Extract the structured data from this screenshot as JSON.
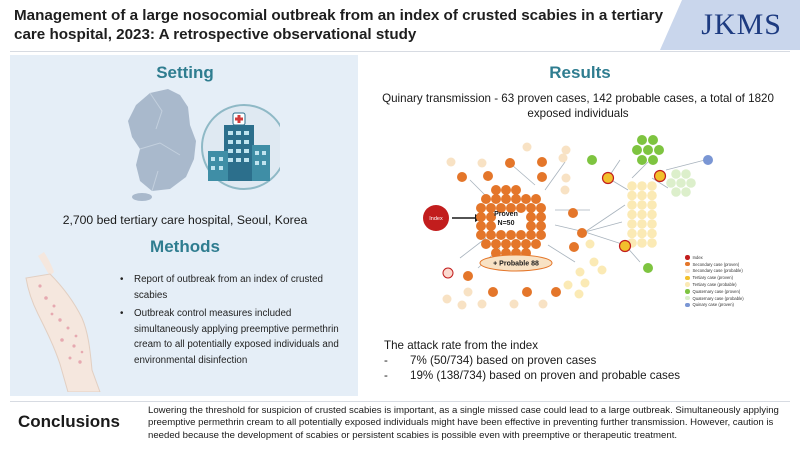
{
  "header": {
    "title": "Management of a large nosocomial outbreak from an index of crusted scabies in a tertiary care hospital, 2023: A retrospective observational study",
    "logo": "JKMS"
  },
  "setting": {
    "heading": "Setting",
    "caption": "2,700 bed tertiary care hospital, Seoul, Korea"
  },
  "methods": {
    "heading": "Methods",
    "bullets": [
      "Report of outbreak from an index of crusted scabies",
      "Outbreak control measures included simultaneously applying preemptive permethrin cream to all potentially exposed individuals and environmental disinfection"
    ]
  },
  "results": {
    "heading": "Results",
    "subtitle": "Quinary transmission - 63 proven cases, 142 probable cases, a total of 1820 exposed individuals",
    "diagram": {
      "index_label": "Index",
      "proven_label": "Proven",
      "proven_n": "N=50",
      "probable_label": "+ Probable 88"
    },
    "legend": [
      {
        "label": "Index",
        "color": "#c21d1d"
      },
      {
        "label": "Secondary case (proven)",
        "color": "#e4762a"
      },
      {
        "label": "Secondary case (probable)",
        "color": "#f8e2c4"
      },
      {
        "label": "Tertiary case (proven)",
        "color": "#f2c02c"
      },
      {
        "label": "Tertiary case (probable)",
        "color": "#fbeab5"
      },
      {
        "label": "Quaternary case (proven)",
        "color": "#7ec440"
      },
      {
        "label": "Quaternary case (probable)",
        "color": "#dcefcb"
      },
      {
        "label": "Quinary case (proven)",
        "color": "#7a96d4"
      }
    ],
    "attack_title": "The attack rate from the index",
    "attack_items": [
      "7% (50/734) based on proven cases",
      "19% (138/734) based on proven and probable cases"
    ],
    "dash": "-"
  },
  "conclusions": {
    "heading": "Conclusions",
    "text": "Lowering the threshold for suspicion of crusted scabies is important, as a single missed case could lead to a large outbreak. Simultaneously applying preemptive permethrin cream to all potentially exposed individuals might have been effective in preventing further transmission. However, caution is needed because the development of scabies or persistent scabies is possible even with preemptive or therapeutic treatment."
  }
}
